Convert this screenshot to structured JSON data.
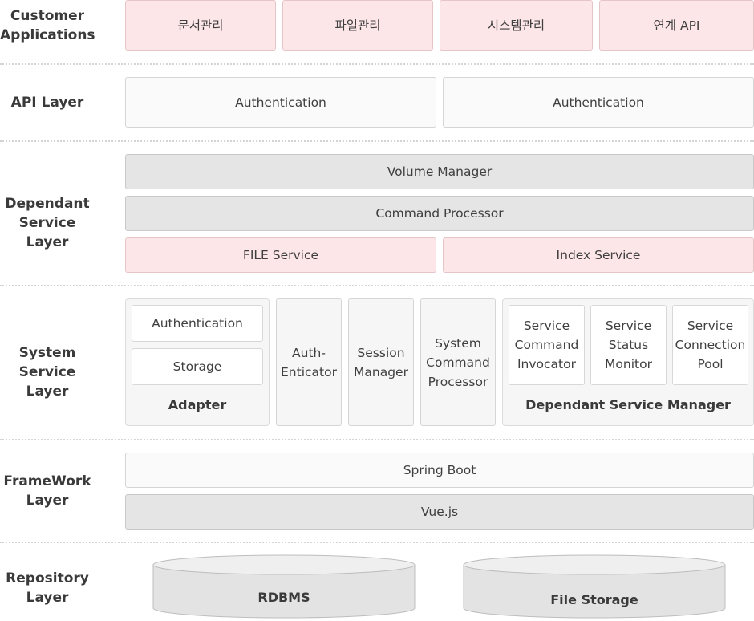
{
  "layers": {
    "customer": "Customer\nApplications",
    "api": "API Layer",
    "dependant": "Dependant\nService Layer",
    "system": "System\nService Layer",
    "framework": "FrameWork\nLayer",
    "repository": "Repository\nLayer"
  },
  "customer_apps": [
    "문서관리",
    "파일관리",
    "시스템관리",
    "연계 API"
  ],
  "api_layer": [
    "Authentication",
    "Authentication"
  ],
  "dependant_service": {
    "volume_manager": "Volume Manager",
    "command_processor": "Command Processor",
    "file_service": "FILE Service",
    "index_service": "Index Service"
  },
  "system_service": {
    "adapter": {
      "title": "Adapter",
      "items": [
        "Authentication",
        "Storage"
      ]
    },
    "auth_enticator": "Auth-\nEnticator",
    "session_manager": "Session\nManager",
    "system_command_processor": "System\nCommand\nProcessor",
    "dependant_service_manager": {
      "title": "Dependant Service Manager",
      "items": [
        "Service\nCommand\nInvocator",
        "Service\nStatus\nMonitor",
        "Service\nConnection\nPool"
      ]
    }
  },
  "framework": {
    "spring_boot": "Spring Boot",
    "vue": "Vue.js"
  },
  "repository": {
    "rdbms": "RDBMS",
    "file_storage": "File Storage"
  },
  "colors": {
    "pink": "#fde6e8",
    "gray": "#e5e5e5",
    "white": "#fafafa"
  }
}
